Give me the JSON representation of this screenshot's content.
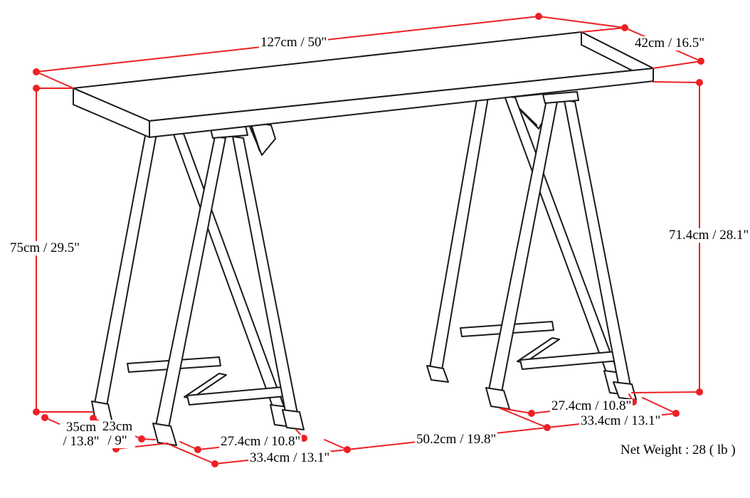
{
  "colors": {
    "dimension": "#ed2024",
    "line": "#1a1a1a",
    "text": "#000000",
    "background": "#ffffff"
  },
  "dimensions": {
    "top_length": {
      "text": "127cm / 50\""
    },
    "top_depth": {
      "text": "42cm / 16.5\""
    },
    "height_overall": {
      "text": "75cm / 29.5\""
    },
    "height_underside": {
      "text": "71.4cm / 28.1\""
    },
    "foot_depth_outer": {
      "text": "35cm",
      "text2": "/ 13.8\""
    },
    "foot_depth_inner": {
      "text": "23cm",
      "text2": "/ 9\""
    },
    "left_feet_inner": {
      "text": "27.4cm / 10.8\""
    },
    "left_feet_outer": {
      "text": "33.4cm / 13.1\""
    },
    "between_trestles": {
      "text": "50.2cm / 19.8\""
    },
    "right_feet_inner": {
      "text": "27.4cm / 10.8\""
    },
    "right_feet_outer": {
      "text": "33.4cm / 13.1\""
    }
  },
  "footer": {
    "net_weight": "Net Weight : 28 ( lb )"
  }
}
